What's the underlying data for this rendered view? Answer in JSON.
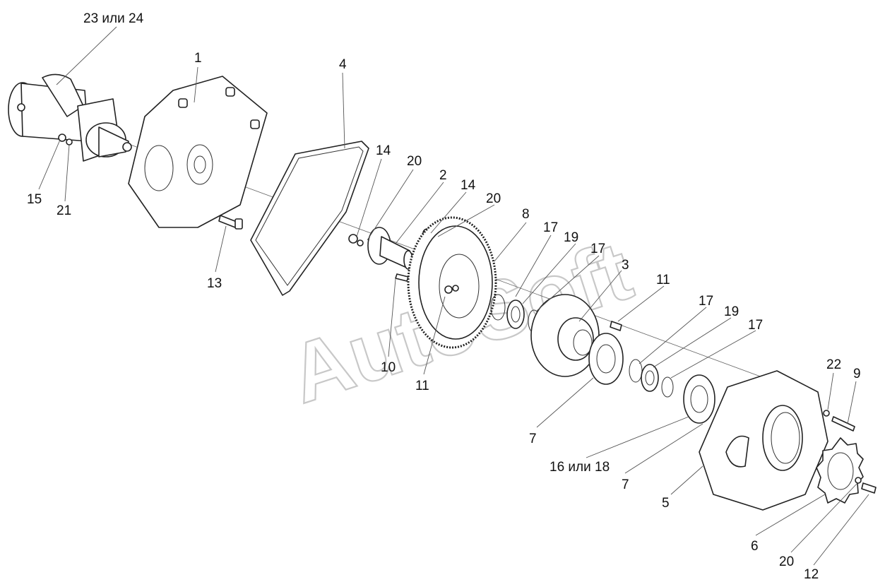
{
  "diagram": {
    "watermark": "AutoSoft",
    "callouts": [
      {
        "id": "c-23-24",
        "text": "23 или 24"
      },
      {
        "id": "c-1",
        "text": "1"
      },
      {
        "id": "c-4",
        "text": "4"
      },
      {
        "id": "c-14a",
        "text": "14"
      },
      {
        "id": "c-20a",
        "text": "20"
      },
      {
        "id": "c-2",
        "text": "2"
      },
      {
        "id": "c-14b",
        "text": "14"
      },
      {
        "id": "c-20b",
        "text": "20"
      },
      {
        "id": "c-8",
        "text": "8"
      },
      {
        "id": "c-17a",
        "text": "17"
      },
      {
        "id": "c-19a",
        "text": "19"
      },
      {
        "id": "c-17b",
        "text": "17"
      },
      {
        "id": "c-3",
        "text": "3"
      },
      {
        "id": "c-11a",
        "text": "11"
      },
      {
        "id": "c-17c",
        "text": "17"
      },
      {
        "id": "c-19b",
        "text": "19"
      },
      {
        "id": "c-17d",
        "text": "17"
      },
      {
        "id": "c-15",
        "text": "15"
      },
      {
        "id": "c-21",
        "text": "21"
      },
      {
        "id": "c-13",
        "text": "13"
      },
      {
        "id": "c-10",
        "text": "10"
      },
      {
        "id": "c-11b",
        "text": "11"
      },
      {
        "id": "c-7a",
        "text": "7"
      },
      {
        "id": "c-16-18",
        "text": "16 или 18"
      },
      {
        "id": "c-7b",
        "text": "7"
      },
      {
        "id": "c-22",
        "text": "22"
      },
      {
        "id": "c-9",
        "text": "9"
      },
      {
        "id": "c-5",
        "text": "5"
      },
      {
        "id": "c-6",
        "text": "6"
      },
      {
        "id": "c-20c",
        "text": "20"
      },
      {
        "id": "c-12",
        "text": "12"
      }
    ]
  }
}
